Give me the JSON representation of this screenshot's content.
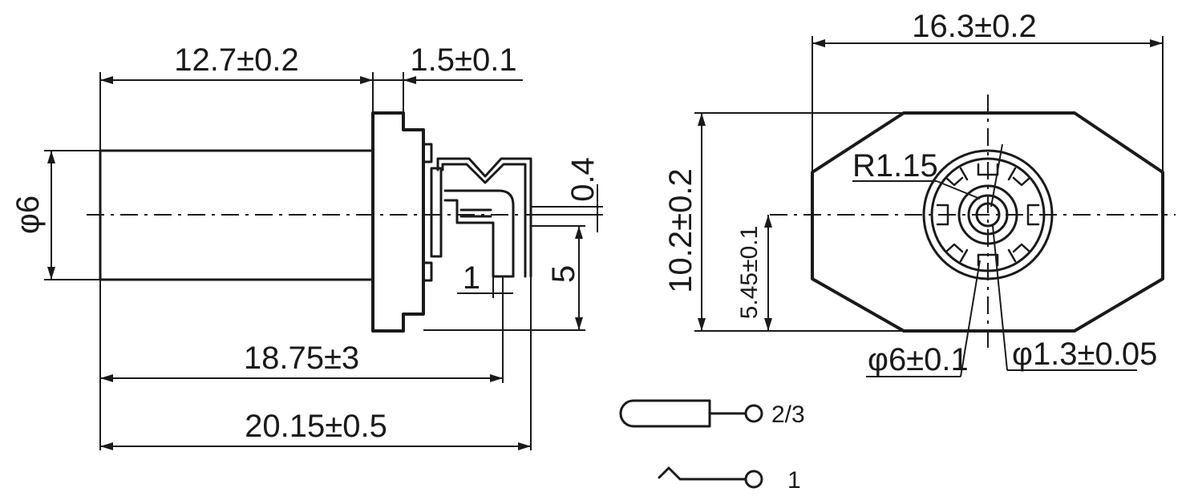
{
  "side_view": {
    "dim_body_length": "12.7±0.2",
    "dim_flange": "1.5±0.1",
    "dim_lead_thickness": "0.4",
    "dim_diameter": "φ6",
    "dim_pin_width": "1",
    "dim_pin_height": "5",
    "dim_pin_position": "18.75±3",
    "dim_overall_length": "20.15±0.5"
  },
  "front_view": {
    "dim_width": "16.3±0.2",
    "dim_height": "10.2±0.2",
    "dim_center_height": "5.45±0.1",
    "dim_radius": "R1.15",
    "dim_bore": "φ6±0.1",
    "dim_pin_hole": "φ1.3±0.05"
  },
  "legend": {
    "label_sleeve": "2/3",
    "label_tip": "1"
  }
}
